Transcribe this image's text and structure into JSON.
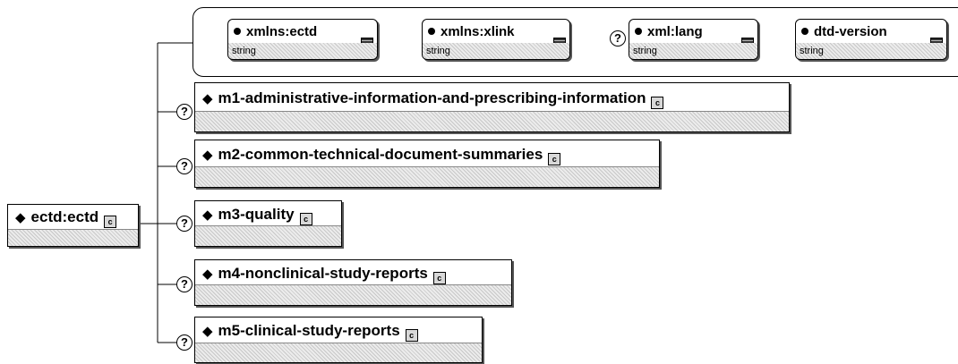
{
  "root": {
    "name": "ectd:ectd",
    "badge": "c"
  },
  "attributes": [
    {
      "name": "xmlns:ectd",
      "type": "string",
      "optional": false
    },
    {
      "name": "xmlns:xlink",
      "type": "string",
      "optional": false
    },
    {
      "name": "xml:lang",
      "type": "string",
      "optional": true
    },
    {
      "name": "dtd-version",
      "type": "string",
      "optional": false
    }
  ],
  "children": [
    {
      "name": "m1-administrative-information-and-prescribing-information",
      "badge": "c",
      "optional_mark": "?"
    },
    {
      "name": "m2-common-technical-document-summaries",
      "badge": "c",
      "optional_mark": "?"
    },
    {
      "name": "m3-quality",
      "badge": "c",
      "optional_mark": "?"
    },
    {
      "name": "m4-nonclinical-study-reports",
      "badge": "c",
      "optional_mark": "?"
    },
    {
      "name": "m5-clinical-study-reports",
      "badge": "c",
      "optional_mark": "?"
    }
  ],
  "attr_optional_mark": "?"
}
